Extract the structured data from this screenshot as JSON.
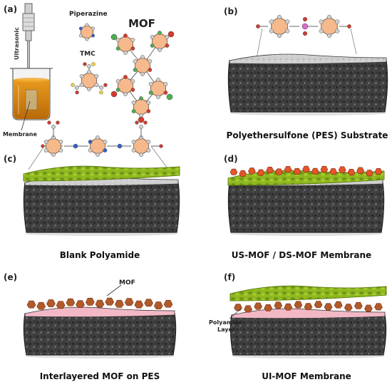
{
  "panels": [
    {
      "letter": "(a)",
      "title": "",
      "labels": {
        "piperazine": "Piperazine",
        "mof": "MOF",
        "tmc": "TMC",
        "ultrasonic": "Ultrasonic",
        "membrane": "Membrane"
      }
    },
    {
      "letter": "(b)",
      "title": "Polyethersulfone (PES) Substrate"
    },
    {
      "letter": "(c)",
      "title": "Blank Polyamide"
    },
    {
      "letter": "(d)",
      "title": "US-MOF / DS-MOF Membrane"
    },
    {
      "letter": "(e)",
      "title": "Interlayered MOF on PES",
      "labels": {
        "mof": "MOF"
      }
    },
    {
      "letter": "(f)",
      "title": "UI-MOF Membrane",
      "labels": {
        "polyamide_1": "Polyamide",
        "polyamide_2": "Layer"
      }
    }
  ],
  "colors": {
    "ring_fill": "#f6b98c",
    "ring_stroke": "#6a4a36",
    "atom_grey": "#cfcfcf",
    "atom_red": "#d33a2c",
    "atom_yellow": "#f0d83a",
    "atom_green": "#4caf50",
    "atom_blue": "#2f62c8",
    "atom_pink": "#d86cc8",
    "polyamide_green": "#8fb81f",
    "polyamide_dark": "#5d7c0f",
    "mof_crystal": "#e5542a",
    "mof_brown": "#b05a2a",
    "interlayer_pink": "#f2b8c6",
    "substrate_dark": "#3d3d3d",
    "substrate_light": "#bdbdbd",
    "solution": "#d0820e"
  },
  "icons": [
    "beaker-icon",
    "ultrasonic-probe-icon"
  ]
}
